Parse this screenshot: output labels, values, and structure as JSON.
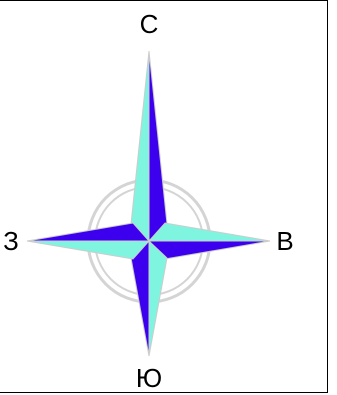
{
  "compass": {
    "north": "С",
    "east": "В",
    "south": "Ю",
    "west": "З"
  },
  "colors": {
    "light": "#7ff5e0",
    "dark": "#3d00ef",
    "ring": "#cccccc",
    "border": "#000000"
  }
}
